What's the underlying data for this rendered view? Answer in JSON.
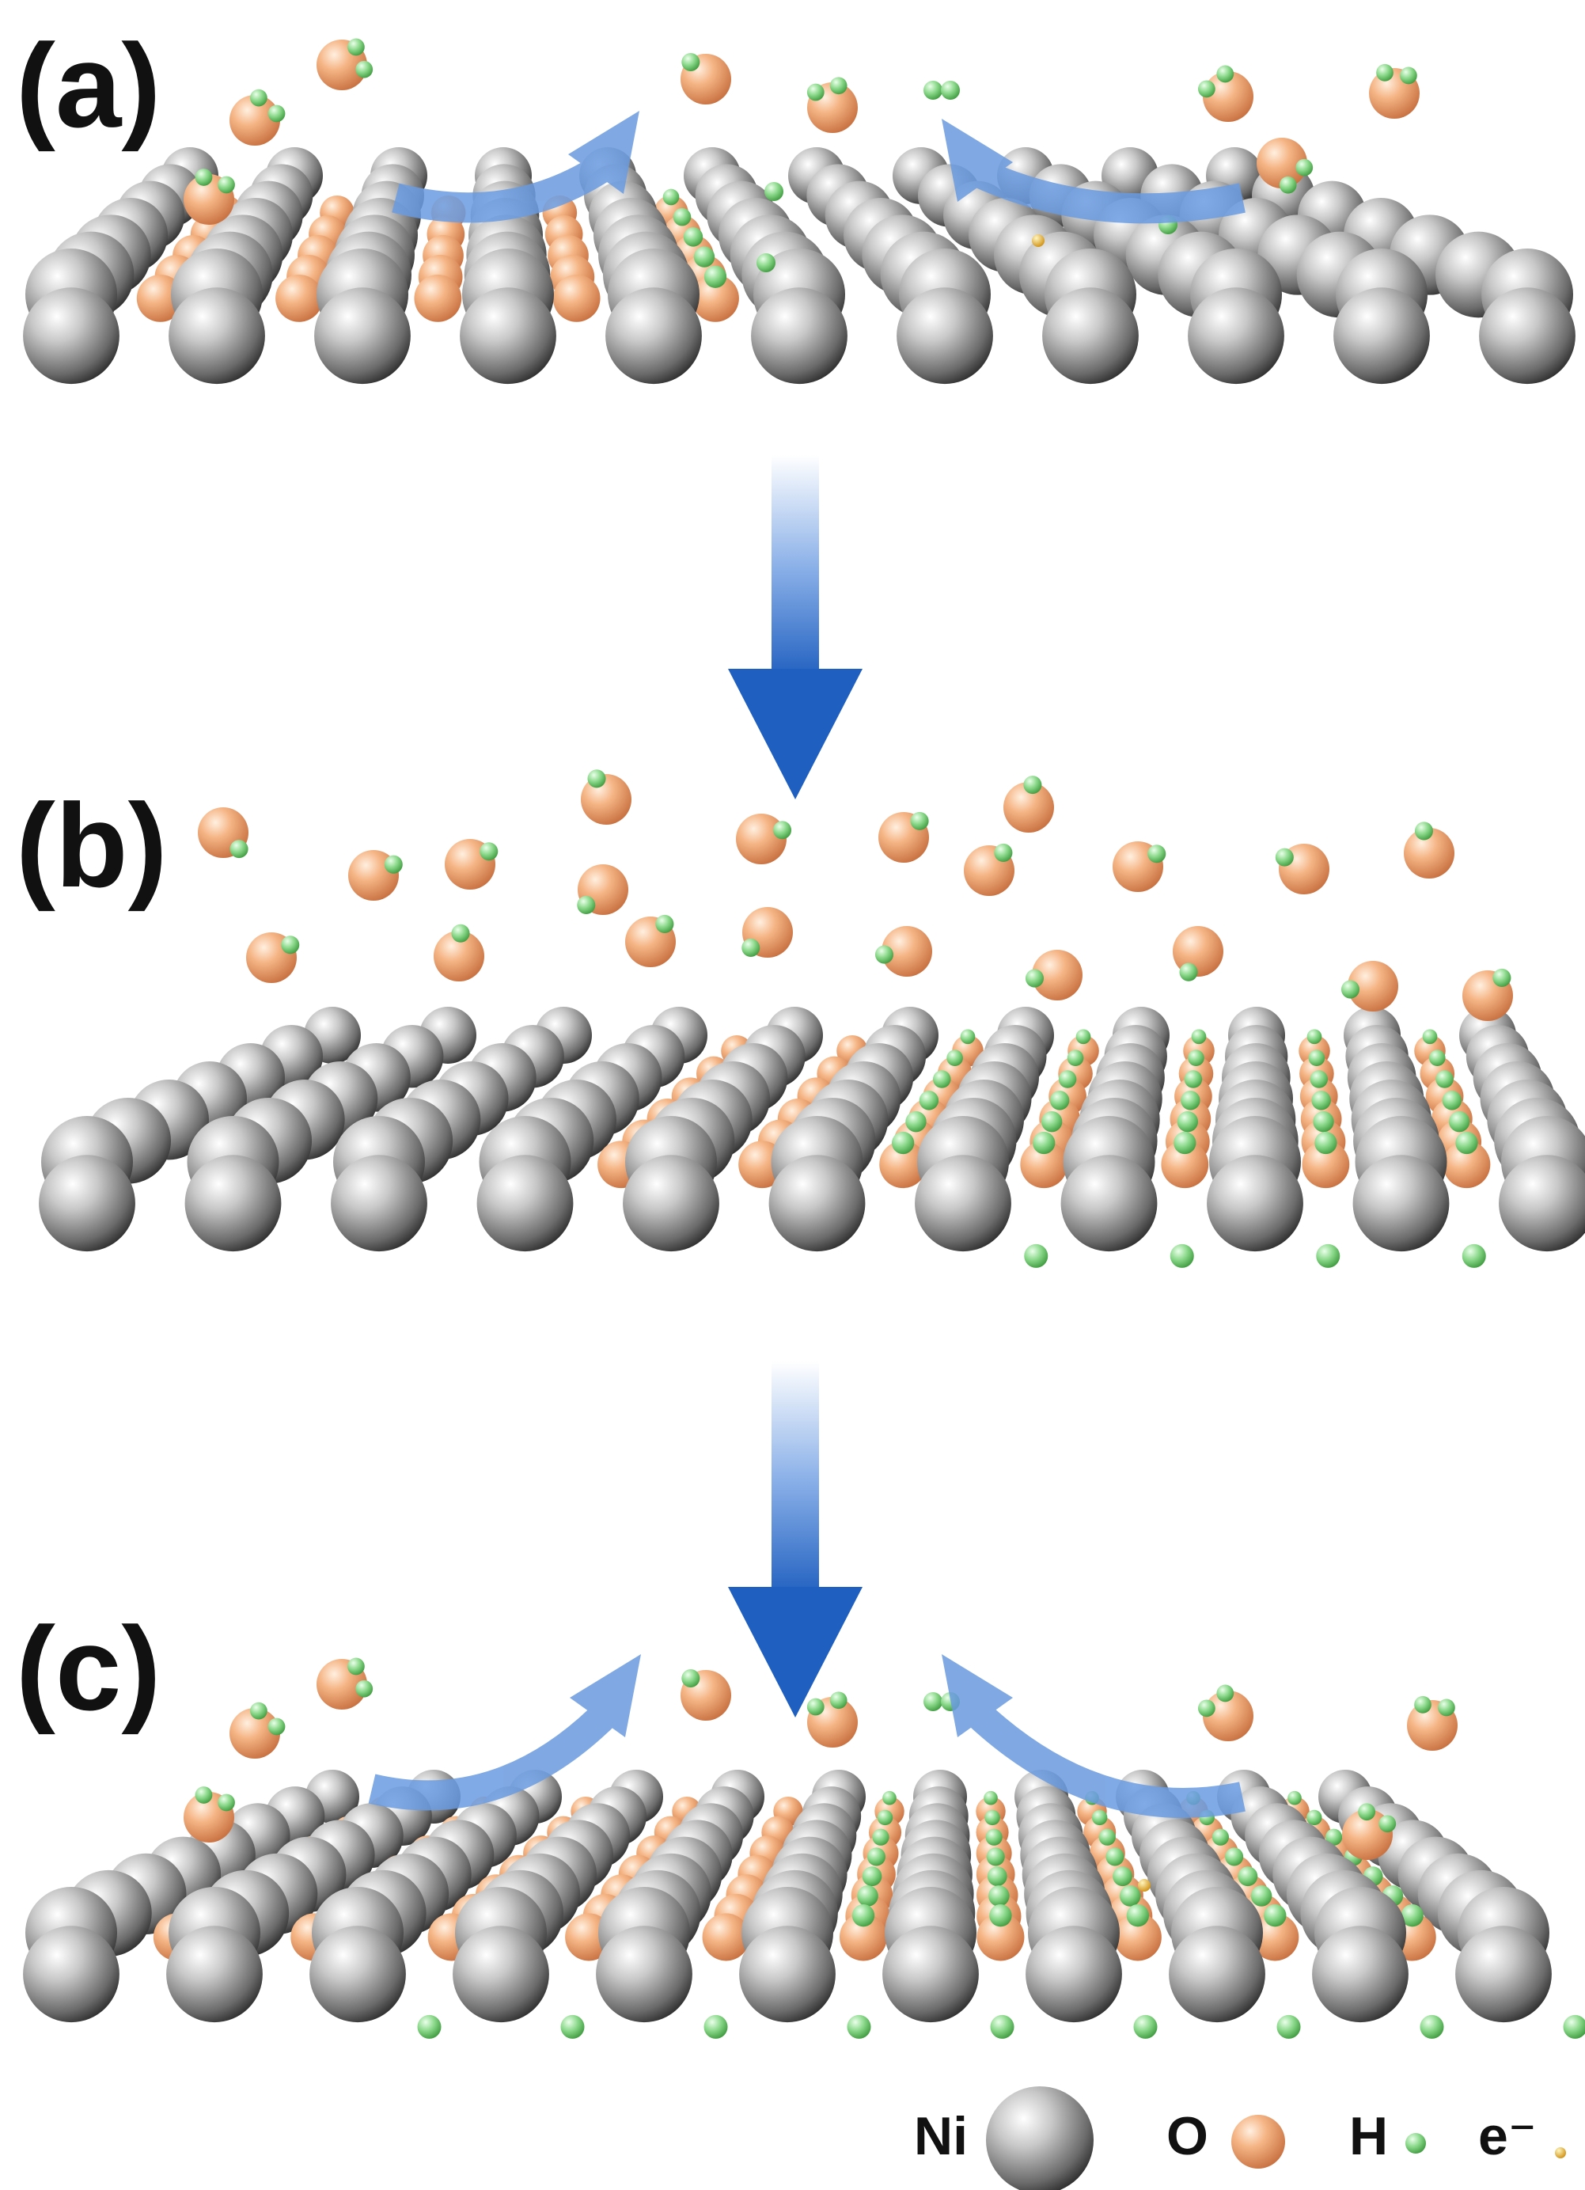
{
  "panels": [
    {
      "label": "(a)",
      "top_layer": "none",
      "surface_coverage": "partial_O",
      "adsorbed_H": "few",
      "electron_shown": true,
      "hydroxide_arrows": true
    },
    {
      "label": "(b)",
      "top_layer": "none",
      "surface_coverage": "half_O_half_OH",
      "adsorbed_H": "many",
      "electron_shown": false,
      "hydroxide_arrows": false
    },
    {
      "label": "(c)",
      "top_layer": "none",
      "surface_coverage": "full_O_with_H",
      "adsorbed_H": "many",
      "electron_shown": true,
      "hydroxide_arrows": true
    }
  ],
  "legend": {
    "ni_label": "Ni",
    "o_label": "O",
    "h_label": "H",
    "e_label": "e⁻"
  },
  "colors": {
    "ni": "#9a9a9a",
    "o": "#f0a070",
    "h": "#7fd07f",
    "electron": "#e8b020",
    "arrow": "#5a8fd8"
  }
}
